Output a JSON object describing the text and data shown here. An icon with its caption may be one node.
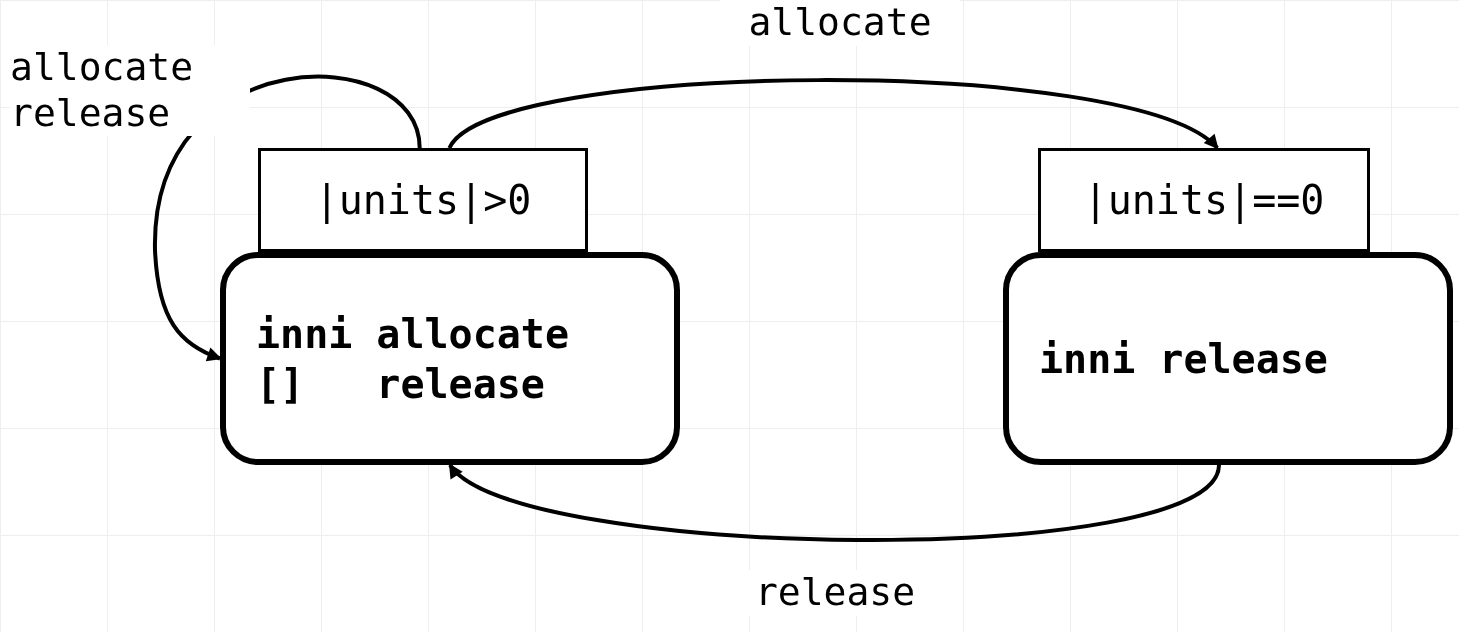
{
  "diagram": {
    "nodes": [
      {
        "text": [
          "|units|>0"
        ]
      },
      {
        "text": [
          "inni",
          "allocate",
          "[]",
          "release"
        ]
      },
      {
        "text": [
          "|units|==0"
        ]
      },
      {
        "text": [
          "inni",
          "release"
        ]
      }
    ],
    "edges": [
      {
        "from": 0,
        "to": 1,
        "arrow": "to",
        "label": "allocate release"
      },
      {
        "from": 0,
        "to": 2,
        "arrow": "to",
        "label": "allocate"
      },
      {
        "from": 3,
        "to": 1,
        "arrow": "to",
        "label": "release"
      }
    ]
  }
}
